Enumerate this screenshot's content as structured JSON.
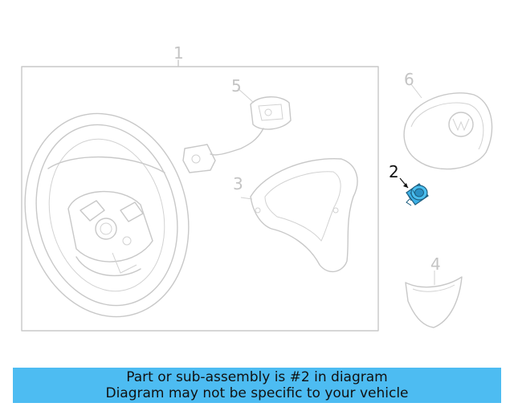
{
  "callouts": {
    "n1": "1",
    "n2": "2",
    "n3": "3",
    "n4": "4",
    "n5": "5",
    "n6": "6"
  },
  "banner": {
    "line1": "Part or sub-assembly is #2 in diagram",
    "line2": "Diagram may not be specific to your vehicle"
  },
  "colors": {
    "highlight_part": "#3db0e6",
    "banner_bg": "#4dbcf2",
    "line_art": "#c8c8c8"
  }
}
